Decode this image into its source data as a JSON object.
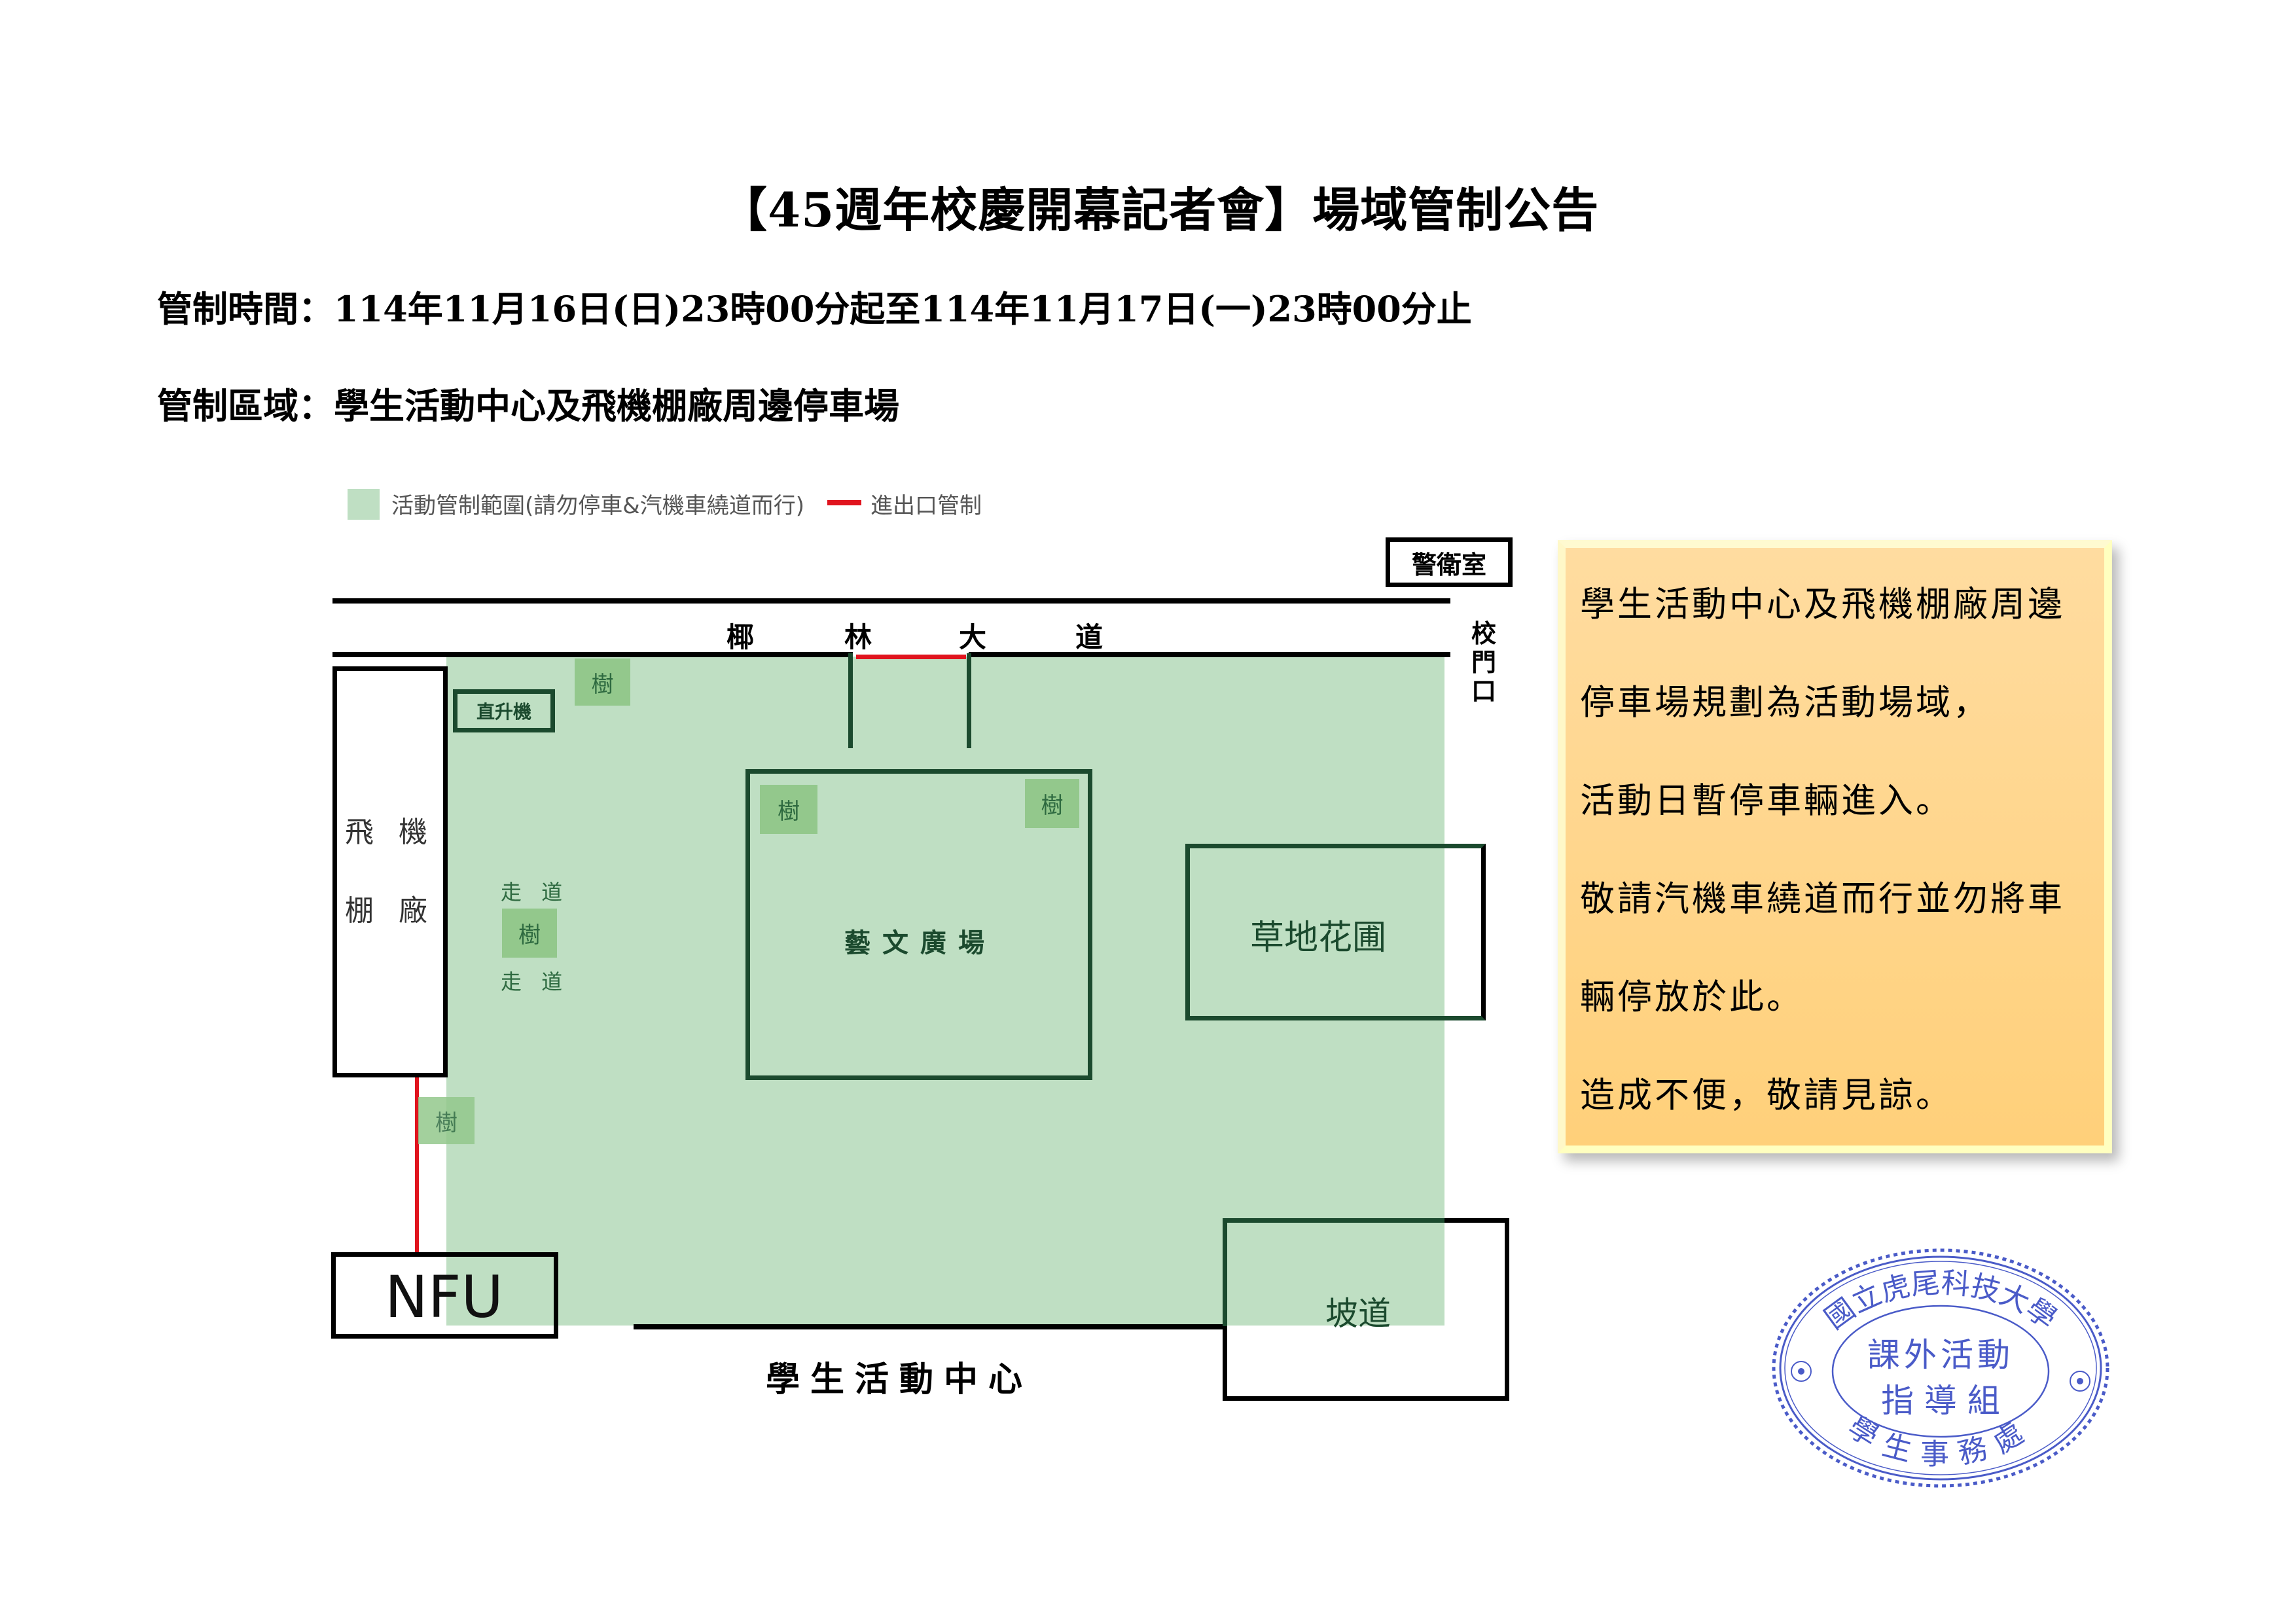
{
  "header": {
    "title": "【45週年校慶開幕記者會】場域管制公告",
    "control_time_label": "管制時間：",
    "control_time_value": "114年11月16日(日)23時00分起至114年11月17日(一)23時00分止",
    "control_area_label": "管制區域：",
    "control_area_value": "學生活動中心及飛機棚廠周邊停車場"
  },
  "map": {
    "legend": {
      "green_area": "活動管制範圍(請勿停車&汽機車繞道而行)",
      "red_line": "進出口管制"
    },
    "colors": {
      "control_area": "#BFDFC3",
      "tree": "#93C88C",
      "entrance_control": "#E0141E",
      "outline_green": "#1B4A2E"
    },
    "guard_room": "警衛室",
    "road_name": [
      "椰",
      "林",
      "大",
      "道"
    ],
    "school_gate": [
      "校",
      "門",
      "口"
    ],
    "hangar": [
      "飛 機",
      "棚 廠"
    ],
    "helicopter": "直升機",
    "tree": "樹",
    "walkway": "走 道",
    "plaza": "藝文廣場",
    "garden": "草地花圃",
    "ramp": "坡道",
    "nfu": "NFU",
    "student_activity_center": "學生活動中心"
  },
  "notice": {
    "lines": [
      "學生活動中心及飛機棚廠周邊",
      "停車場規劃為活動場域，",
      "活動日暫停車輛進入。",
      "敬請汽機車繞道而行並勿將車",
      "輛停放於此。",
      "造成不便，敬請見諒。"
    ]
  },
  "stamp": {
    "outer_text": "國立虎尾科技大學",
    "bottom_text": "學生事務處",
    "inner_line1": "課外活動",
    "inner_line2": "指 導 組",
    "color": "#4A5BC8"
  }
}
